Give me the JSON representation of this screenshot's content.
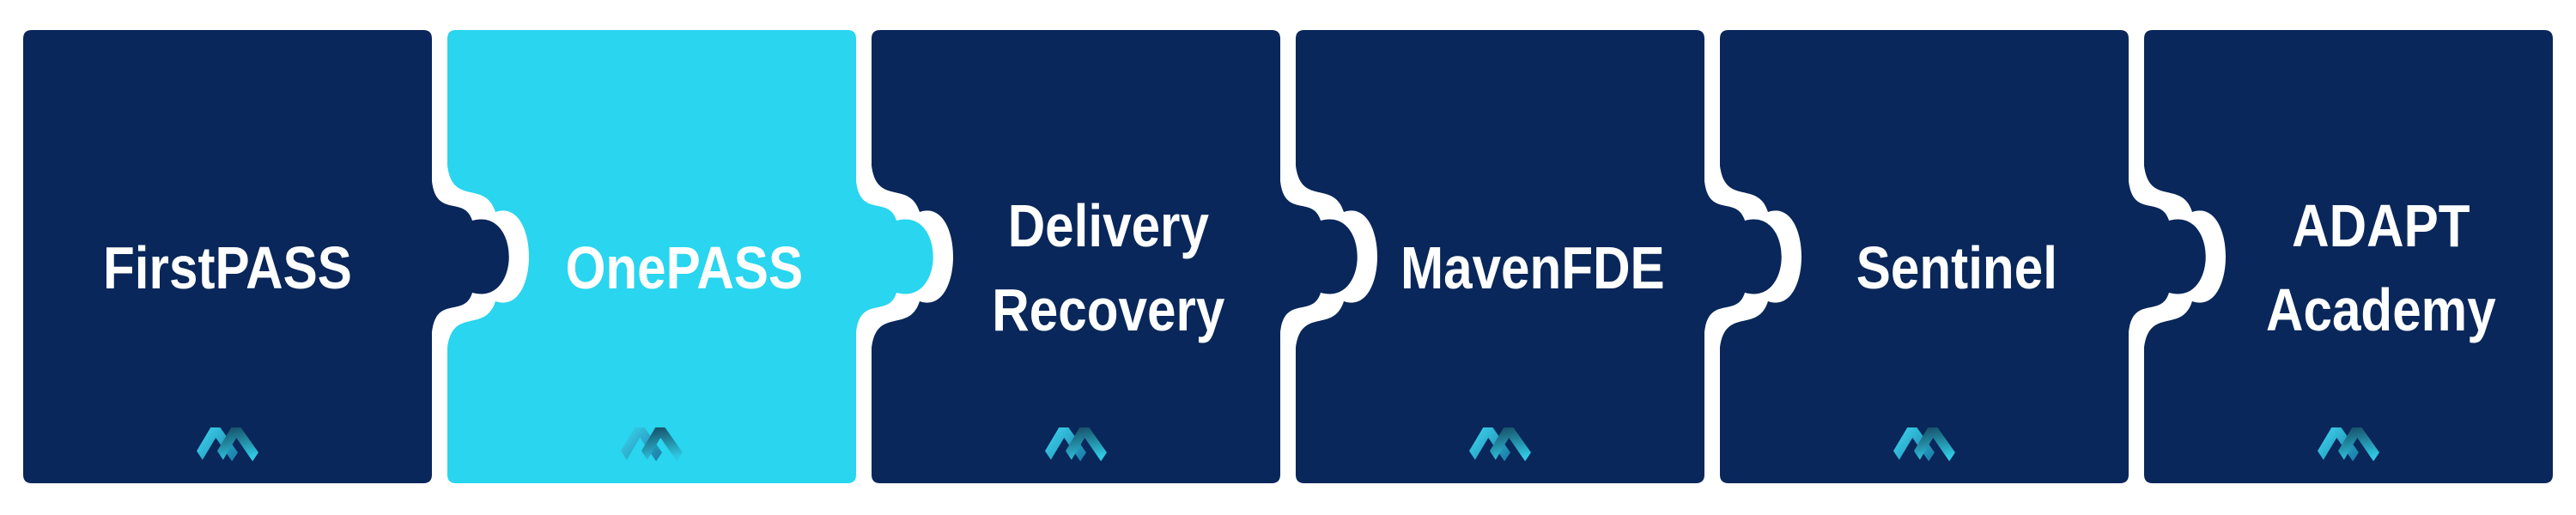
{
  "banner": {
    "description": "Product suite jigsaw banner",
    "background_color": "#FFFFFF",
    "text_color": "#FFFFFF",
    "navy_color": "#09275A",
    "cyan_color": "#29D5EF"
  },
  "logo": {
    "icon_name": "m-chevrons-logo",
    "gradient_left_start": "#3EDAF2",
    "gradient_left_end": "#1E85AD",
    "gradient_right_start": "#15455E",
    "gradient_right_end": "#2FC8E2"
  },
  "pieces": [
    {
      "label_line1": "FirstPASS",
      "color": "#09275A",
      "highlighted": false
    },
    {
      "label_line1": "OnePASS",
      "color": "#29D5EF",
      "highlighted": true
    },
    {
      "label_line1": "Delivery",
      "label_line2": "Recovery",
      "color": "#09275A",
      "highlighted": false
    },
    {
      "label_line1": "MavenFDE",
      "color": "#09275A",
      "highlighted": false
    },
    {
      "label_line1": "Sentinel",
      "color": "#09275A",
      "highlighted": false
    },
    {
      "label_line1": "ADAPT",
      "label_line2": "Academy",
      "color": "#09275A",
      "highlighted": false
    }
  ]
}
